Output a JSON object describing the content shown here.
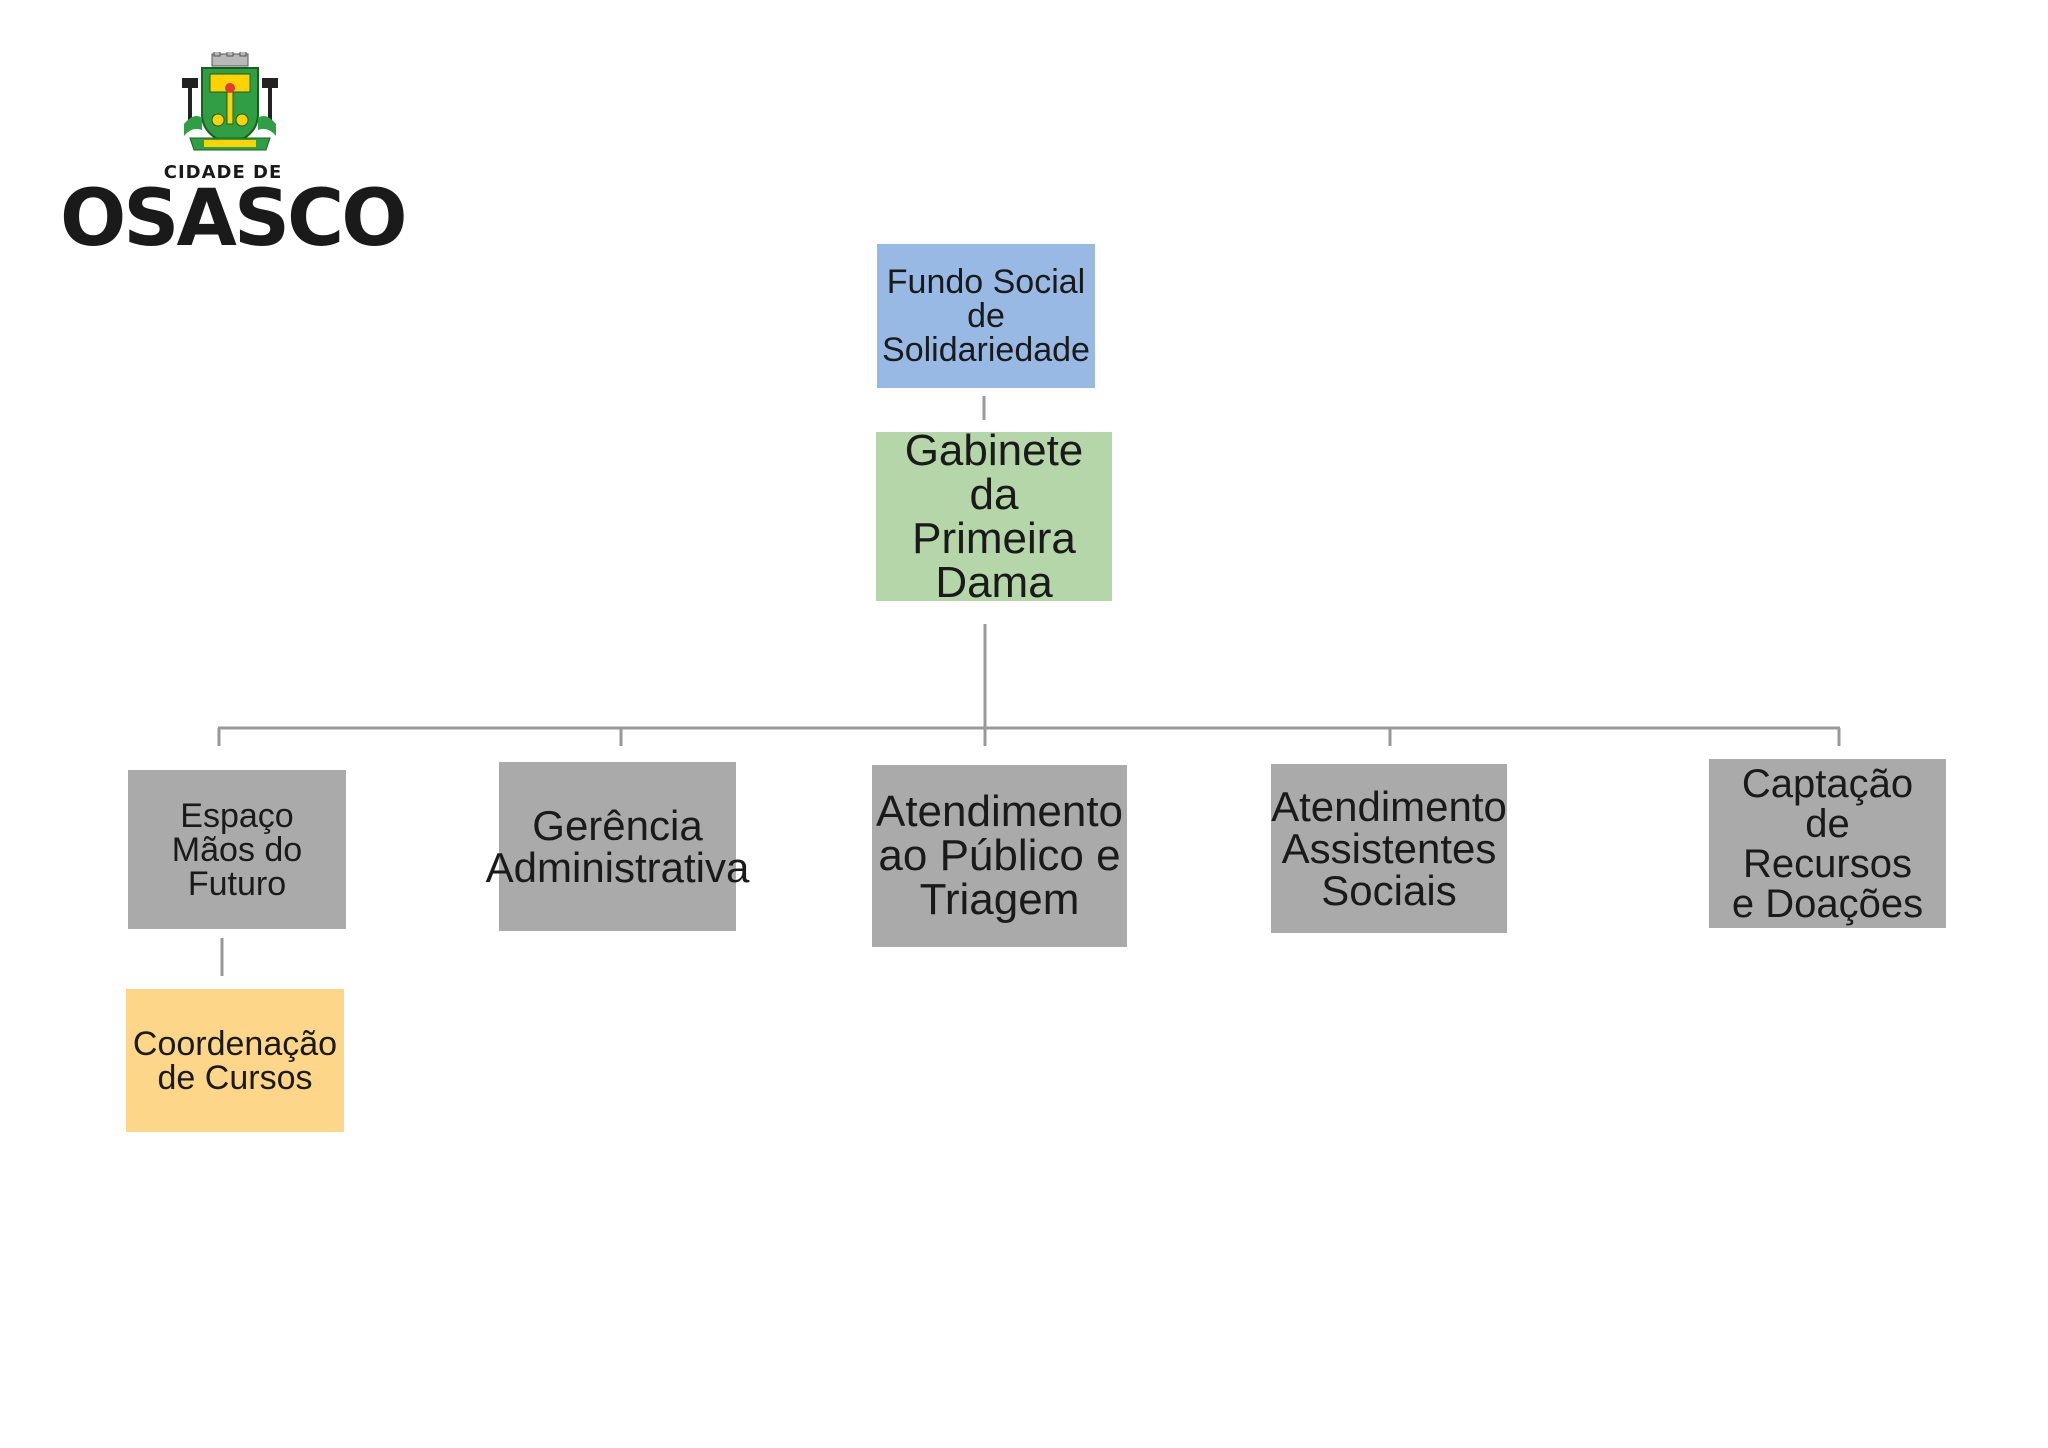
{
  "logo": {
    "prefix": "CIDADE DE",
    "name": "OSASCO"
  },
  "nodes": {
    "fundo": "Fundo Social de Solidariedade",
    "gabinete": "Gabinete da Primeira Dama",
    "espaco": "Espaço Mãos do Futuro",
    "gerencia": "Gerência Administrativa",
    "atendimento_publico": "Atendimento ao Público e Triagem",
    "atendimento_sociais": "Atendimento Assistentes Sociais",
    "captacao": "Captação de Recursos e Doações",
    "coordenacao": "Coordenação de Cursos"
  },
  "colors": {
    "fundo": "#98b9e3",
    "gabinete": "#b5d6a8",
    "departments": "#aaaaaa",
    "coordenacao": "#fdd68a",
    "connector": "#999999"
  }
}
